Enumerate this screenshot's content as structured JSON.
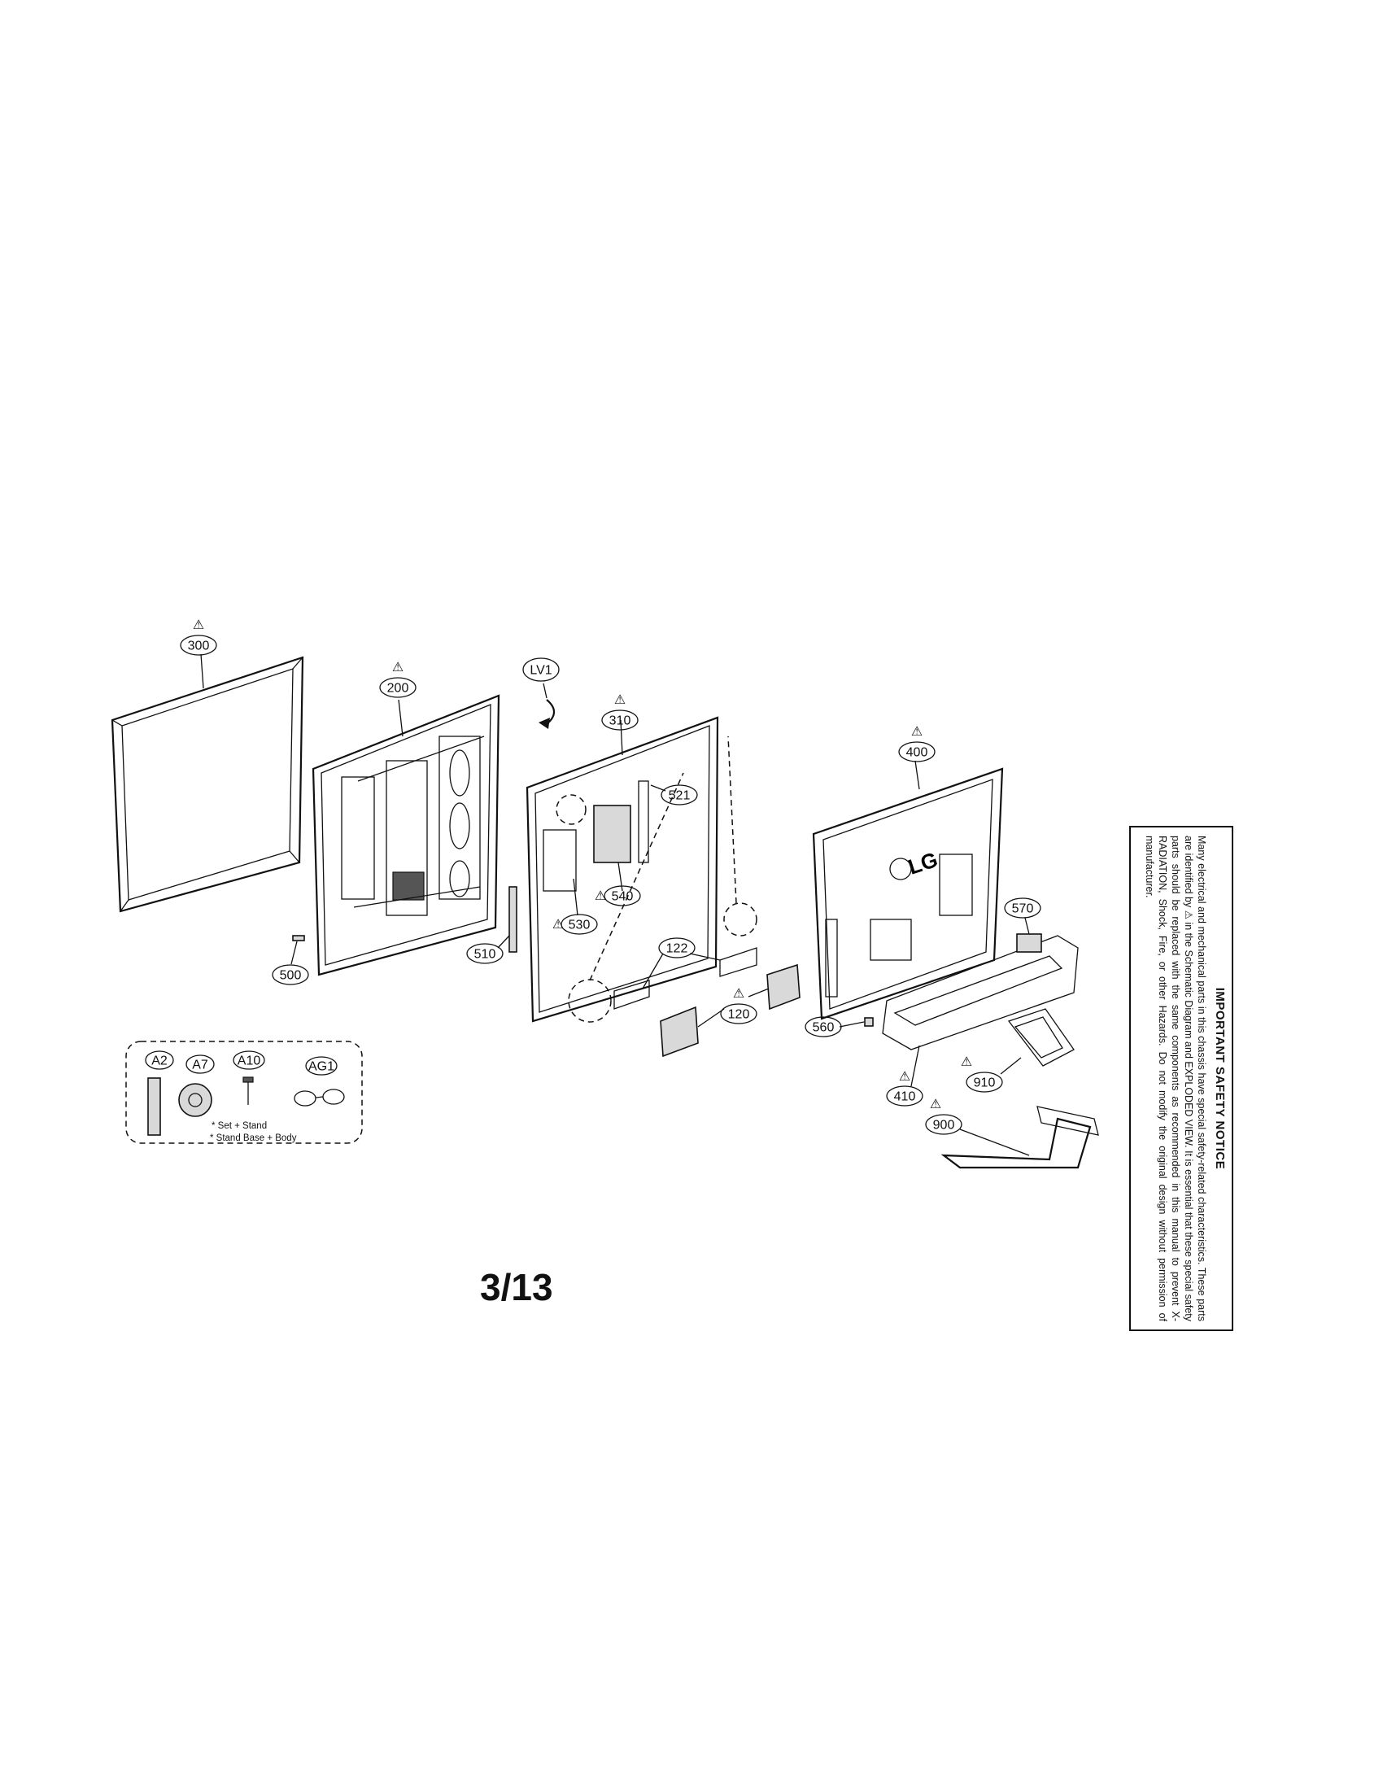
{
  "page": {
    "number": "3/13"
  },
  "safety_notice": {
    "title": "IMPORTANT SAFETY NOTICE",
    "text": "Many electrical and mechanical parts in this chassis have special safety-related characteristics. These parts are identified by ⚠ in the Schematic Diagram and EXPLODED VIEW. It is essential that these special safety parts should be replaced with the same components as recommended in this manual to prevent X-RADIATION, Shock, Fire, or other Hazards. Do not modify the original design without permission of manufacturer."
  },
  "warning_symbol": "⚠",
  "parts": {
    "p300": "300",
    "p200": "200",
    "lv1": "LV1",
    "p310": "310",
    "p400": "400",
    "p521": "521",
    "p530": "530",
    "p540": "540",
    "p510": "510",
    "p500": "500",
    "p122": "122",
    "p120": "120",
    "p570": "570",
    "p560": "560",
    "p410": "410",
    "p910": "910",
    "p900": "900"
  },
  "accessories": {
    "a2": "A2",
    "a7": "A7",
    "a10": "A10",
    "ag1": "AG1",
    "note1": "* Set + Stand",
    "note2": "* Stand Base + Body"
  },
  "logo_text": "LG"
}
